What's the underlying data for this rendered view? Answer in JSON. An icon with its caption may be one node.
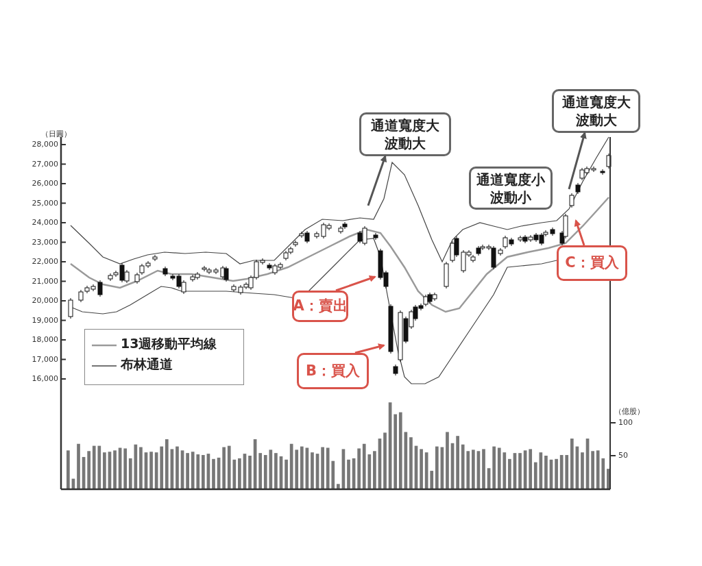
{
  "diagram": {
    "nodes": [
      {
        "text": [
          "通道寬度大波動大"
        ]
      },
      {
        "text": [
          "通道寬度小波動小"
        ]
      },
      {
        "text": [
          "通道寬度大波動大"
        ]
      },
      {
        "text": [
          "A：賣出"
        ]
      },
      {
        "text": [
          "B：買入"
        ]
      },
      {
        "text": [
          "C：買入"
        ]
      }
    ],
    "edges": [
      {
        "from": null,
        "to": 0,
        "arrow": "to",
        "color": "#555555"
      },
      {
        "from": null,
        "to": 2,
        "arrow": "to",
        "color": "#555555"
      },
      {
        "from": 3,
        "to": null,
        "arrow": "to"
      },
      {
        "from": 4,
        "to": null,
        "arrow": "to"
      },
      {
        "from": 5,
        "to": null,
        "arrow": "to"
      }
    ],
    "labels": [
      "（日圓）",
      "28,000",
      "27,000",
      "26,000",
      "25,000",
      "24,000",
      "23,000",
      "22,000",
      "21,000",
      "20,000",
      "19,000",
      "18,000",
      "17,000",
      "16,000",
      "（億股）",
      "100",
      "50"
    ],
    "legend": [
      {
        "text": "13週移動平均線"
      },
      {
        "text": "布林通道"
      }
    ]
  }
}
